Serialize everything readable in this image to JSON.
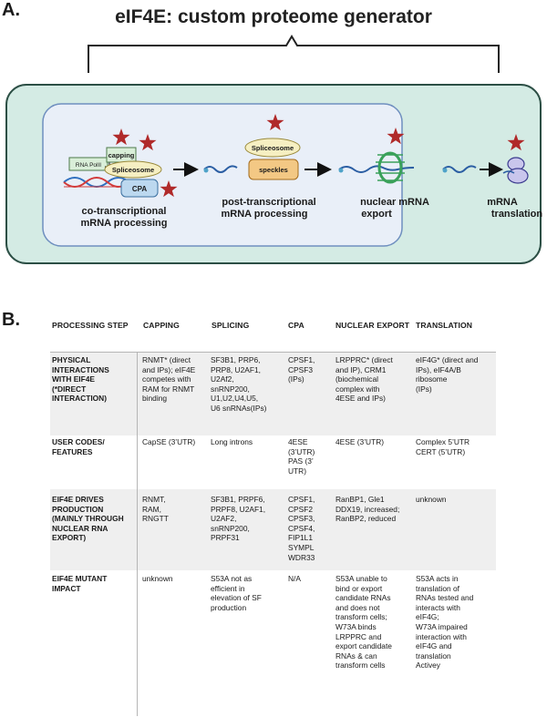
{
  "panel_a_label": "A.",
  "panel_b_label": "B.",
  "figure_title": "eIF4E: custom proteome generator",
  "diagram": {
    "boxes": {
      "rna_pol": "RNA PolII",
      "capping": "capping",
      "spliceosome_1": "Spliceosome",
      "cpa": "CPA",
      "spliceosome_2": "Spliceosome",
      "speckles": "speckles"
    },
    "labels": {
      "co_line1": "co-transcriptional",
      "co_line2": "mRNA processing",
      "post_line1": "post-transcriptional",
      "post_line2": "mRNA processing",
      "export_line1": "nuclear mRNA",
      "export_line2": "export",
      "trans_line1": "mRNA",
      "trans_line2": "translation"
    },
    "colors": {
      "cell_fill": "#d4ebe4",
      "nucleus_fill": "#e9eff8",
      "star": "#b02a2a",
      "box_yellow": "#f6efc2",
      "box_orange": "#f3c884",
      "box_green": "#d9eed8",
      "box_blue": "#bcd8ef",
      "rna_blue": "#2b5ea3"
    }
  },
  "table": {
    "headers": [
      "PROCESSING STEP",
      "CAPPING",
      "SPLICING",
      "CPA",
      "NUCLEAR EXPORT",
      "TRANSLATION"
    ],
    "rows": [
      {
        "step": "PHYSICAL\nINTERACTIONS\nWITH EIF4E\n(*DIRECT\nINTERACTION)",
        "capping": "RNMT* (direct\nand IPs); eIF4E\ncompetes with\nRAM for RNMT\nbinding",
        "splicing": "SF3B1, PRP6,\nPRP8, U2AF1,\nU2Af2,\nsnRNP200,\nU1,U2,U4,U5,\nU6 snRNAs(IPs)",
        "cpa": "CPSF1,\nCPSF3\n(IPs)",
        "export": "LRPPRC* (direct\nand IP), CRM1\n(biochemical\ncomplex with\n4ESE and IPs)",
        "translation": "eIF4G* (direct and\nIPs), eIF4A/B\nribosome\n(IPs)"
      },
      {
        "step": "USER CODES/\nFEATURES",
        "capping": "CapSE (3’UTR)",
        "splicing": "Long introns",
        "cpa": "4ESE\n(3’UTR)\nPAS (3’\nUTR)",
        "export": "4ESE (3’UTR)",
        "translation": "Complex 5’UTR\nCERT (5’UTR)"
      },
      {
        "step": "EIF4E DRIVES\nPRODUCTION\n(MAINLY THROUGH\nNUCLEAR RNA\nEXPORT)",
        "capping": "RNMT,\nRAM,\nRNGTT",
        "splicing": "SF3B1, PRPF6,\nPRPF8, U2AF1,\nU2AF2,\nsnRNP200,\nPRPF31",
        "cpa": "CPSF1,\nCPSF2\nCPSF3,\nCPSF4,\nFIP1L1\nSYMPL\nWDR33",
        "export": "RanBP1, Gle1\nDDX19, increased;\nRanBP2, reduced",
        "translation": "unknown"
      },
      {
        "step": "EIF4E MUTANT\nIMPACT",
        "capping": "unknown",
        "splicing": "S53A not as\nefficient in\nelevation of SF\nproduction",
        "cpa": "N/A",
        "export": "S53A unable to\nbind or export\ncandidate RNAs\nand does not\ntransform cells;\nW73A binds\nLRPPRC and\nexport candidate\nRNAs & can\ntransform cells",
        "translation": "S53A acts in\ntranslation of\nRNAs tested and\ninteracts with\neIF4G;\nW73A impaired\ninteraction with\neIF4G and\ntranslation\nActivey"
      }
    ],
    "colors": {
      "band": "#efefef",
      "divider": "#b5b5b5"
    }
  }
}
